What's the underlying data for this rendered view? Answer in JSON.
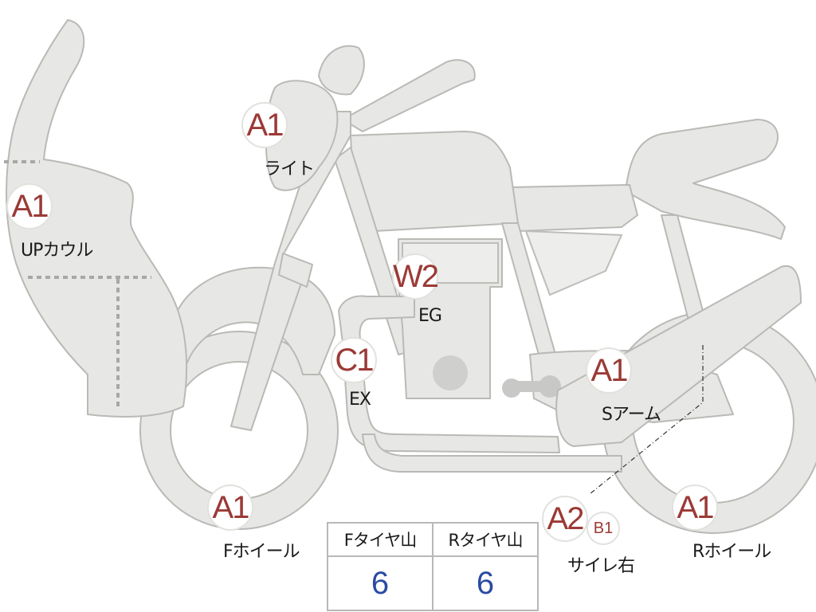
{
  "parts": {
    "up_cowl": {
      "grade": "A1",
      "label": "UPカウル"
    },
    "light": {
      "grade": "A1",
      "label": "ライト"
    },
    "engine": {
      "grade": "W2",
      "label": "EG"
    },
    "exhaust": {
      "grade": "C1",
      "label": "EX"
    },
    "swing_arm": {
      "grade": "A1",
      "label": "Sアーム"
    },
    "f_wheel": {
      "grade": "A1",
      "label": "Fホイール"
    },
    "r_wheel": {
      "grade": "A1",
      "label": "Rホイール"
    },
    "silencer_r": {
      "grade": "A2",
      "sub_grade": "B1",
      "label": "サイレ右"
    }
  },
  "tire_table": {
    "headers": [
      "Fタイヤ山",
      "Rタイヤ山"
    ],
    "values": [
      "6",
      "6"
    ]
  },
  "colors": {
    "grade_text": "#9b3a36",
    "tire_value": "#2b4aa3",
    "part_fill": "#e7e7e5"
  }
}
